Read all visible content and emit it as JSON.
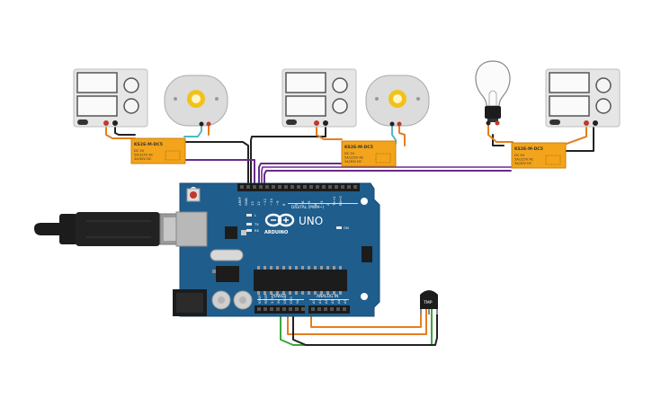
{
  "colors": {
    "board": "#1f5d8c",
    "board_dark": "#174a70",
    "relay": "#f3a41a",
    "wire_black": "#222222",
    "wire_purple": "#6a2b8a",
    "wire_orange": "#e67e1e",
    "wire_green": "#3aa83a",
    "wire_teal": "#4fb8c4",
    "motor_gear": "#f2c21a",
    "supply_body": "#e6e6e6"
  },
  "arduino": {
    "model": "UNO",
    "brand": "ARDUINO",
    "digital_header_label": "DIGITAL (PWM~)",
    "analog_header_label": "ANALOG IN",
    "power_header_label": "POWER",
    "on_label": "ON",
    "led_labels": [
      "L",
      "TX",
      "RX"
    ],
    "aref": "AREF",
    "gnd": "GND",
    "digital_pins": [
      "13",
      "12",
      "~11",
      "~10",
      "~9",
      "8",
      "7",
      "~6",
      "~5",
      "4",
      "~3",
      "2",
      "TX→1",
      "RX←0"
    ],
    "analog_pins": [
      "A0",
      "A1",
      "A2",
      "A3",
      "A4",
      "A5"
    ],
    "power_pins": [
      "IOREF",
      "RESET",
      "3.3V",
      "5V",
      "GND",
      "GND",
      "Vin"
    ]
  },
  "relays": [
    {
      "model": "KS2E-M-DC5",
      "lines": [
        "DC 5V",
        "5A/125V AC",
        "3A/30V DC"
      ]
    },
    {
      "model": "KS2E-M-DC5",
      "lines": [
        "DC 5V",
        "5A/125V AC",
        "3A/30V DC"
      ]
    },
    {
      "model": "KS2E-M-DC5",
      "lines": [
        "DC 5V",
        "5A/125V AC",
        "3A/30V DC"
      ]
    }
  ],
  "sensor": {
    "label": "TMP"
  }
}
